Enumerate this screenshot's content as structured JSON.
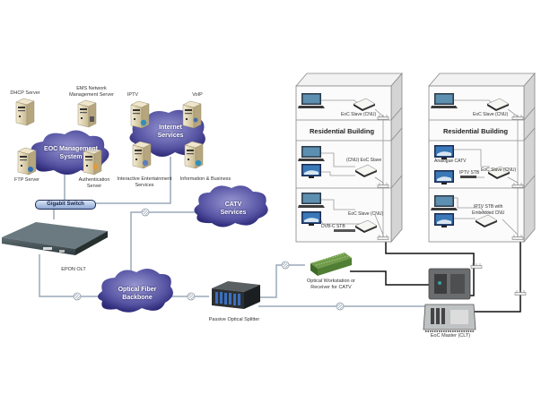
{
  "diagram": {
    "clouds": {
      "eoc_management": "EOC Management System",
      "internet_services": "Internet Services",
      "catv_services": "CATV Services",
      "optical_backbone": "Optical Fiber Backbone"
    },
    "cloud_lines": {
      "eoc_1": "EOC Management",
      "eoc_2": "System",
      "internet_1": "Internet",
      "internet_2": "Services",
      "catv_1": "CATV",
      "catv_2": "Services",
      "backbone_1": "Optical Fiber",
      "backbone_2": "Backbone"
    },
    "servers": {
      "dhcp": "DHCP Server",
      "ems_1": "EMS Network",
      "ems_2": "Management Server",
      "ftp": "FTP Server",
      "auth_1": "Authentication",
      "auth_2": "Server",
      "iptv": "IPTV",
      "voip": "VoIP",
      "interactive_1": "Interactive Entertainment",
      "interactive_2": "Services",
      "info": "Information & Business"
    },
    "devices": {
      "gigabit_switch": "Gigabit Switch",
      "epon_olt": "EPON OLT",
      "passive_splitter": "Passive Optical Splitter",
      "optical_ws_1": "Optical Workstation or",
      "optical_ws_2": "Receiver for CATV",
      "eoc_master": "EoC Master (CLT)"
    },
    "buildings": [
      {
        "title": "Residential Building",
        "top_floor": {
          "slave": "EoC Slave (CNU)"
        },
        "mid_floor": {
          "slave": "(CNU) EoC Slave"
        },
        "low_floor": {
          "slave": "EoC Slave (CNU)",
          "stb": "DVB-C STB"
        }
      },
      {
        "title": "Residential Building",
        "top_floor": {
          "slave": "EoC Slave (CNU)"
        },
        "mid_floor": {
          "tv": "Analogue CATV",
          "stb": "IPTV STB",
          "slave": "EoC Slave (CNU)"
        },
        "low_floor": {
          "slave_1": "IPTV STB with",
          "slave_2": "Embedded CNU"
        }
      }
    ],
    "colors": {
      "cloud_light": "#7f7ec0",
      "cloud_dark": "#2d2a78",
      "fiber_line": "#9aa8b8",
      "coax_line": "#111111",
      "server_beige": "#e6dcc0"
    }
  }
}
